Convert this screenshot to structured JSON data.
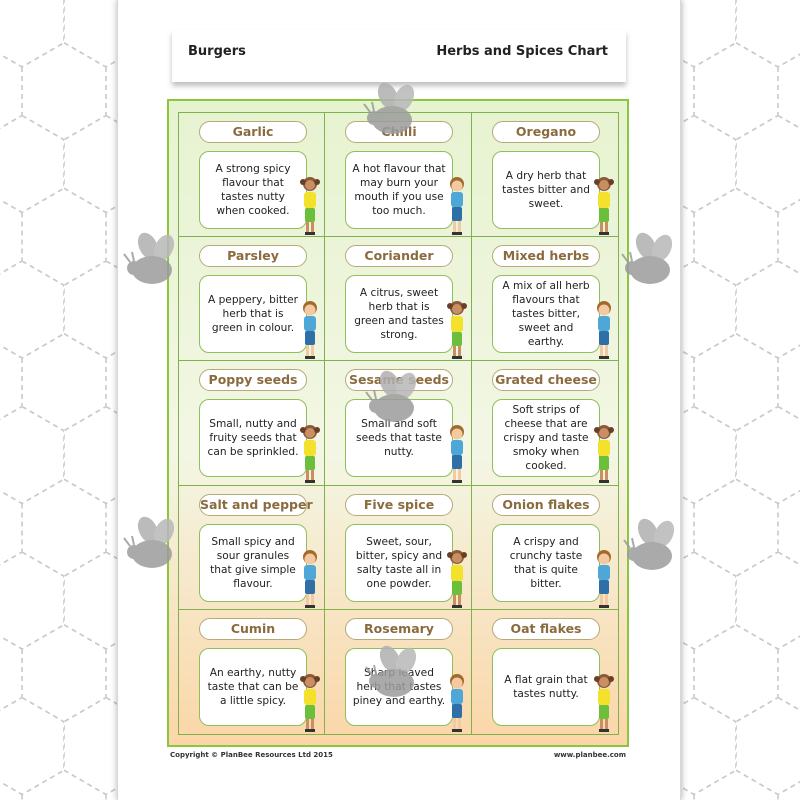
{
  "header": {
    "left": "Burgers",
    "right": "Herbs and Spices Chart"
  },
  "cards": [
    {
      "name": "Garlic",
      "description": "A strong spicy flavour that tastes nutty when cooked.",
      "kid": "girl"
    },
    {
      "name": "Chilli",
      "description": "A hot flavour that may burn your mouth if you use too much.",
      "kid": "boy"
    },
    {
      "name": "Oregano",
      "description": "A dry herb that tastes bitter and sweet.",
      "kid": "girl"
    },
    {
      "name": "Parsley",
      "description": "A peppery, bitter herb that is green in colour.",
      "kid": "boy"
    },
    {
      "name": "Coriander",
      "description": "A citrus, sweet herb that is green and tastes strong.",
      "kid": "girl"
    },
    {
      "name": "Mixed herbs",
      "description": "A mix of all herb flavours that tastes bitter, sweet and earthy.",
      "kid": "boy"
    },
    {
      "name": "Poppy seeds",
      "description": "Small, nutty and fruity seeds that can be sprinkled.",
      "kid": "girl"
    },
    {
      "name": "Sesame seeds",
      "description": "Small and soft seeds that taste nutty.",
      "kid": "boy"
    },
    {
      "name": "Grated cheese",
      "description": "Soft strips of cheese that are crispy and taste smoky when cooked.",
      "kid": "girl"
    },
    {
      "name": "Salt and pepper",
      "description": "Small spicy and sour granules that give simple flavour.",
      "kid": "boy"
    },
    {
      "name": "Five spice",
      "description": "Sweet, sour, bitter, spicy and salty taste all in one powder.",
      "kid": "girl"
    },
    {
      "name": "Onion flakes",
      "description": "A crispy and crunchy taste that is quite bitter.",
      "kid": "boy"
    },
    {
      "name": "Cumin",
      "description": "An earthy, nutty taste that can be a little spicy.",
      "kid": "girl"
    },
    {
      "name": "Rosemary",
      "description": "Sharp leaved herb that tastes piney and earthy.",
      "kid": "boy"
    },
    {
      "name": "Oat flakes",
      "description": "A flat grain that tastes nutty.",
      "kid": "girl"
    }
  ],
  "footer": {
    "copyright": "Copyright © PlanBee Resources Ltd 2015",
    "website": "www.planbee.com"
  },
  "colors": {
    "frame_border": "#8cc63f",
    "label_text": "#8a6b3e",
    "gradient_top": "#e6f3d0",
    "gradient_bottom": "#fbd6a8"
  },
  "icons": {
    "bee": "bee-watermark-icon",
    "girl": "girl-character-icon",
    "boy": "boy-character-icon"
  }
}
